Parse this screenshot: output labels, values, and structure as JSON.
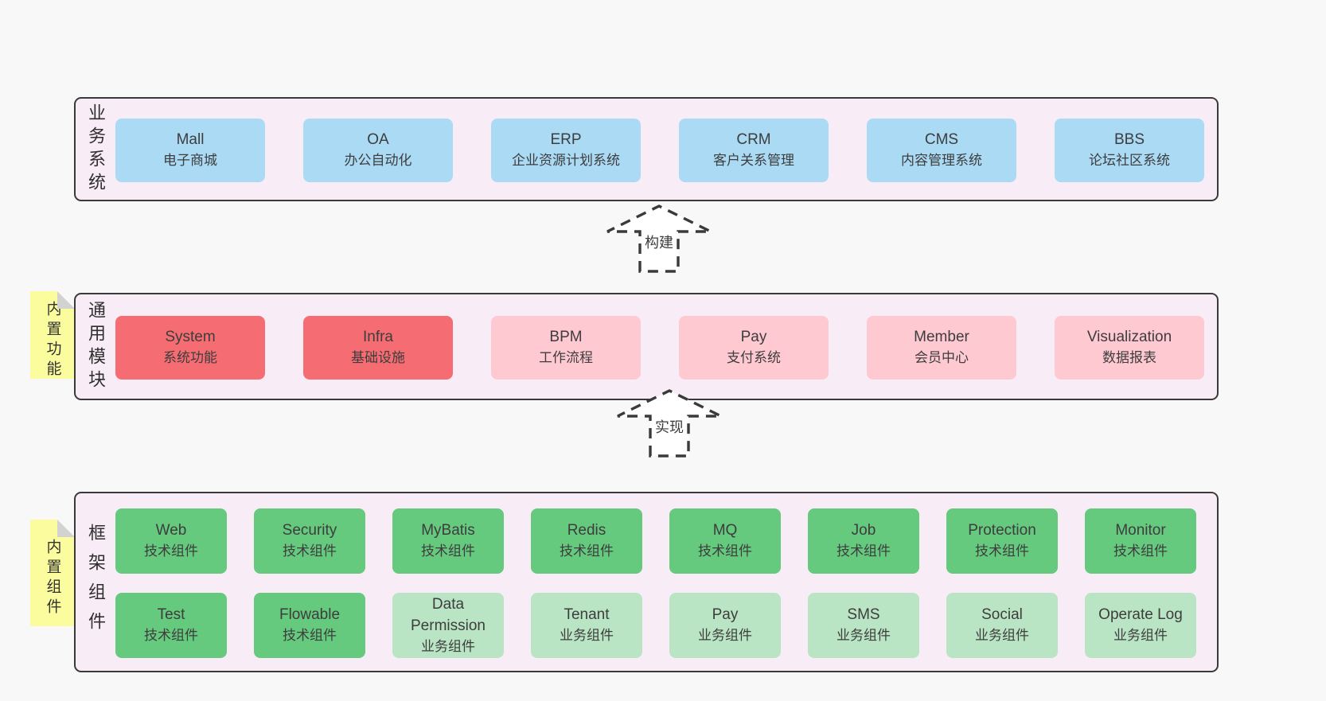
{
  "colors": {
    "page_bg": "#f8f8f8",
    "panel_bg": "#f8edf6",
    "panel_border": "#3a3a3a",
    "blue": "#abdaf5",
    "red": "#f56d72",
    "pink": "#ffc9d2",
    "green": "#65c97e",
    "light_green": "#bae5c4",
    "sticky_yellow": "#fbfc9d",
    "fold_gray": "#d2d2d2",
    "text": "#3d3d3d"
  },
  "arrows": [
    {
      "label": "构建"
    },
    {
      "label": "实现"
    }
  ],
  "sections": [
    {
      "side_label": "业务系统",
      "boxes": [
        {
          "title": "Mall",
          "subtitle": "电子商城"
        },
        {
          "title": "OA",
          "subtitle": "办公自动化"
        },
        {
          "title": "ERP",
          "subtitle": "企业资源计划系统"
        },
        {
          "title": "CRM",
          "subtitle": "客户关系管理"
        },
        {
          "title": "CMS",
          "subtitle": "内容管理系统"
        },
        {
          "title": "BBS",
          "subtitle": "论坛社区系统"
        }
      ]
    },
    {
      "side_label": "通用模块",
      "sticky_label": "内置功能",
      "boxes": [
        {
          "title": "System",
          "subtitle": "系统功能"
        },
        {
          "title": "Infra",
          "subtitle": "基础设施"
        },
        {
          "title": "BPM",
          "subtitle": "工作流程"
        },
        {
          "title": "Pay",
          "subtitle": "支付系统"
        },
        {
          "title": "Member",
          "subtitle": "会员中心"
        },
        {
          "title": "Visualization",
          "subtitle": "数据报表"
        }
      ]
    },
    {
      "side_label": "框架组件",
      "sticky_label": "内置组件",
      "row1": [
        {
          "title": "Web",
          "subtitle": "技术组件"
        },
        {
          "title": "Security",
          "subtitle": "技术组件"
        },
        {
          "title": "MyBatis",
          "subtitle": "技术组件"
        },
        {
          "title": "Redis",
          "subtitle": "技术组件"
        },
        {
          "title": "MQ",
          "subtitle": "技术组件"
        },
        {
          "title": "Job",
          "subtitle": "技术组件"
        },
        {
          "title": "Protection",
          "subtitle": "技术组件"
        },
        {
          "title": "Monitor",
          "subtitle": "技术组件"
        }
      ],
      "row2": [
        {
          "title": "Test",
          "subtitle": "技术组件"
        },
        {
          "title": "Flowable",
          "subtitle": "技术组件"
        },
        {
          "title": "Data Permission",
          "subtitle": "业务组件"
        },
        {
          "title": "Tenant",
          "subtitle": "业务组件"
        },
        {
          "title": "Pay",
          "subtitle": "业务组件"
        },
        {
          "title": "SMS",
          "subtitle": "业务组件"
        },
        {
          "title": "Social",
          "subtitle": "业务组件"
        },
        {
          "title": "Operate Log",
          "subtitle": "业务组件"
        }
      ]
    }
  ]
}
